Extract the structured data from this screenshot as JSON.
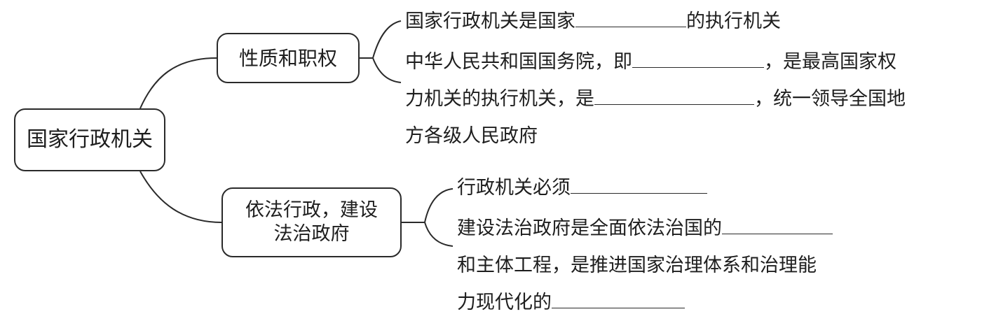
{
  "root": {
    "label": "国家行政机关"
  },
  "branches": [
    {
      "label": "性质和职权",
      "leaves": [
        {
          "lines": [
            [
              "国家行政机关是国家",
              "_",
              "的执行机关"
            ]
          ]
        },
        {
          "lines": [
            [
              "中华人民共和国国务院，即",
              "_",
              "，是最高国家权"
            ],
            [
              "力机关的执行机关，是",
              "_",
              "，统一领导全国地"
            ],
            [
              "方各级人民政府"
            ]
          ]
        }
      ]
    },
    {
      "label_lines": [
        "依法行政，建设",
        "法治政府"
      ],
      "leaves": [
        {
          "lines": [
            [
              "行政机关必须",
              "_"
            ]
          ]
        },
        {
          "lines": [
            [
              "建设法治政府是全面依法治国的",
              "_"
            ],
            [
              "和主体工程，是推进国家治理体系和治理能"
            ],
            [
              "力现代化的",
              "_"
            ]
          ]
        }
      ]
    }
  ]
}
